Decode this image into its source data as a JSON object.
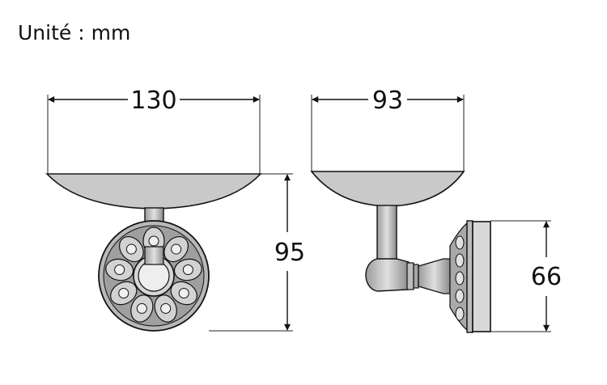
{
  "unit_label": "Unité : mm",
  "dimensions": {
    "dish_width": "130",
    "side_depth": "93",
    "total_height": "95",
    "base_height": "66"
  },
  "colors": {
    "line": "#111111",
    "metal": "#c9c9c9",
    "metal_dark": "#8f8f8f",
    "background": "#ffffff"
  }
}
